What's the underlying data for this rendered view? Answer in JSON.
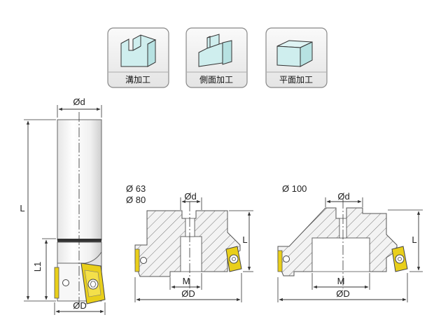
{
  "icons": [
    {
      "label": "溝加工",
      "icon": "slot-machining-icon"
    },
    {
      "label": "側面加工",
      "icon": "side-machining-icon"
    },
    {
      "label": "平面加工",
      "icon": "face-machining-icon"
    }
  ],
  "end_mill": {
    "shank_dia": "Ød",
    "length": "L",
    "flute_length": "L1",
    "cut_dia": "ØD"
  },
  "cutter_small": {
    "sizes_line1": "Ø 63",
    "sizes_line2": "Ø 80",
    "bore_dia": "Ød",
    "height": "L",
    "hub": "M",
    "cut_dia": "ØD"
  },
  "cutter_large": {
    "sizes_line1": "Ø 100",
    "bore_dia": "Ød",
    "height": "L",
    "hub": "M",
    "cut_dia": "ØD"
  },
  "colors": {
    "insert": "#e9cf1a",
    "icon_fill": "#cfeeee",
    "hatch": "#7a7a7a",
    "body": "#f4f4f4"
  }
}
